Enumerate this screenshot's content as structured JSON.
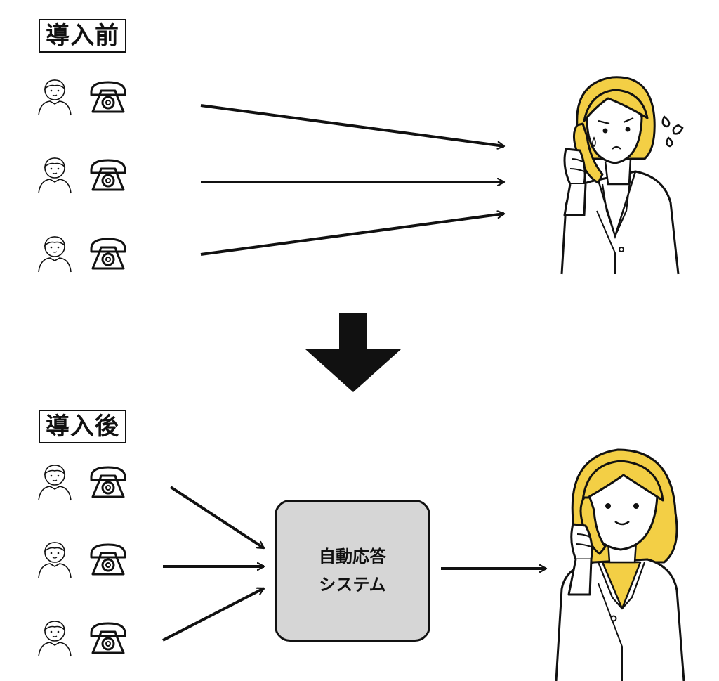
{
  "before": {
    "label": "導入前"
  },
  "after": {
    "label": "導入後"
  },
  "system": {
    "line1": "自動応答",
    "line2": "システム"
  },
  "colors": {
    "hair": "#f3cf45",
    "box_fill": "#d6d6d6",
    "ink": "#111111",
    "skin": "#ffffff"
  }
}
